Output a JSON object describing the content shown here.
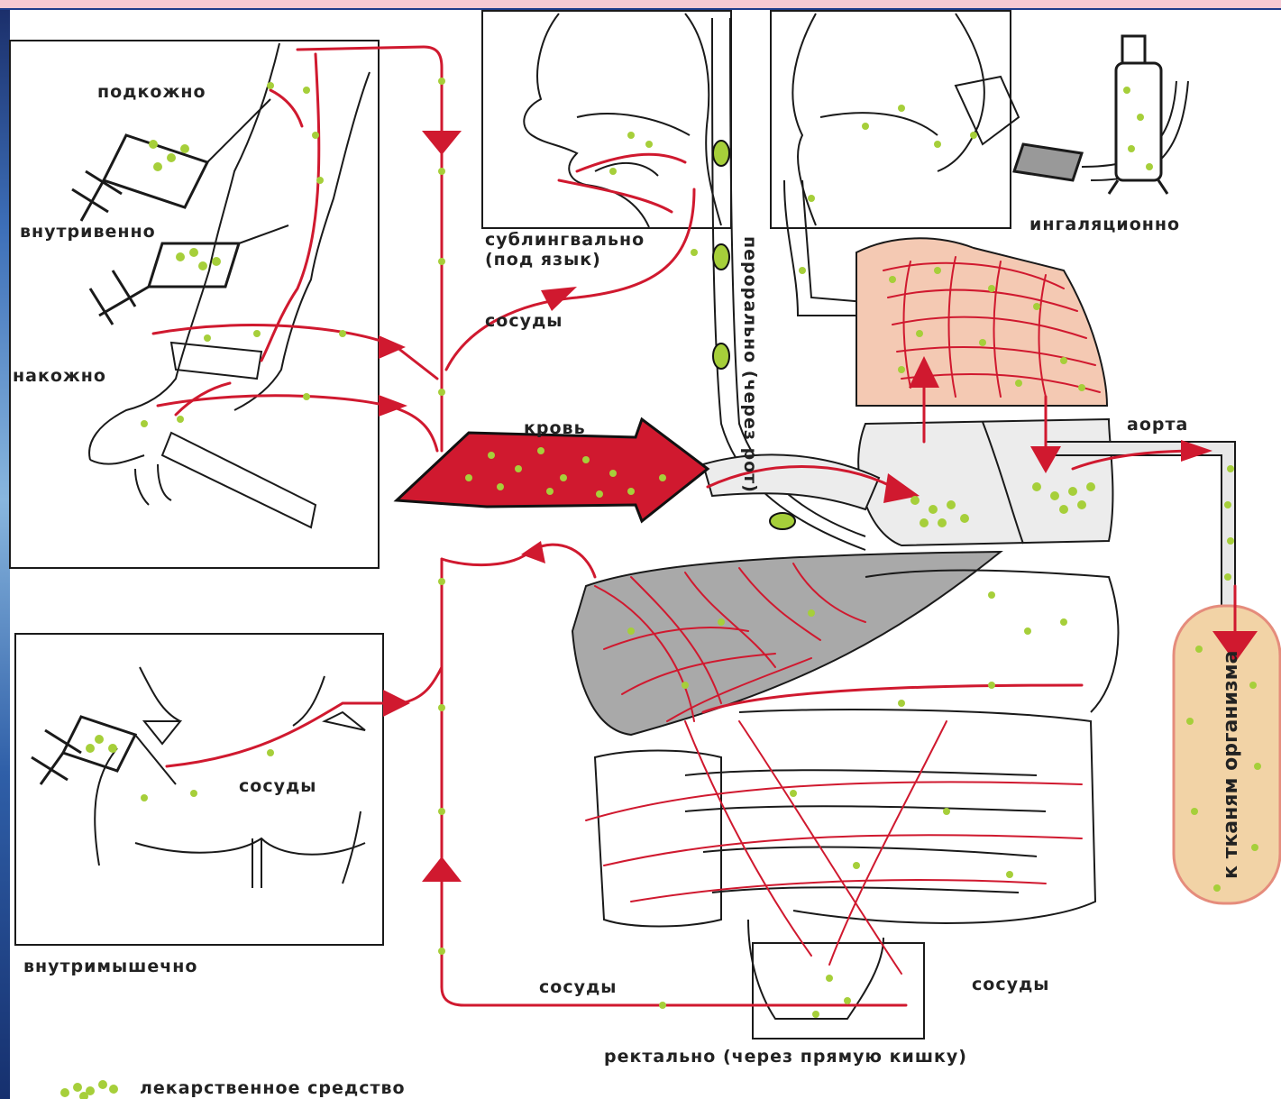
{
  "colors": {
    "vessel": "#d0192f",
    "drug_particle": "#a6cf3a",
    "lung_fill": "#f4c9b3",
    "liver_fill": "#a9a9a9",
    "tissue_fill": "#f2d3a6",
    "top_bar": "#f6c9d3"
  },
  "labels": {
    "subcutaneous": "подкожно",
    "intravenous": "внутривенно",
    "transdermal": "накожно",
    "sublingual_1": "сублингвально",
    "sublingual_2": "(под язык)",
    "vessels": "сосуды",
    "oral": "перорально (через рот)",
    "inhalation": "ингаляционно",
    "blood": "кровь",
    "aorta": "аорта",
    "to_tissues": "к тканям организма",
    "intramuscular_vessels": "сосуды",
    "intramuscular": "внутримышечно",
    "rectal_vessels_left": "сосуды",
    "rectal_vessels_right": "сосуды",
    "rectal": "ректально (через прямую кишку)",
    "legend": "лекарственное средство"
  }
}
